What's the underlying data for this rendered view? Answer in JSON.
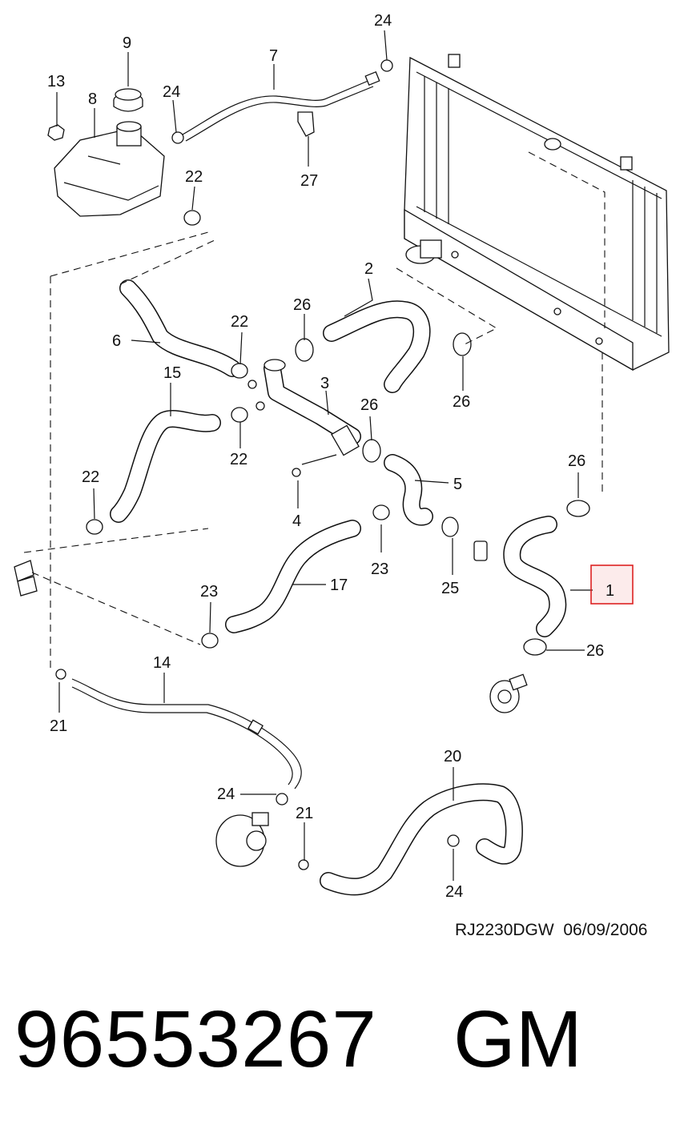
{
  "diagram": {
    "callouts": {
      "c1": "1",
      "c2": "2",
      "c3": "3",
      "c4": "4",
      "c5": "5",
      "c6": "6",
      "c7": "7",
      "c8": "8",
      "c9": "9",
      "c13": "13",
      "c14": "14",
      "c15": "15",
      "c17": "17",
      "c20": "20",
      "c21a": "21",
      "c21b": "21",
      "c22a": "22",
      "c22b": "22",
      "c22c": "22",
      "c22d": "22",
      "c23a": "23",
      "c23b": "23",
      "c24a": "24",
      "c24b": "24",
      "c24c": "24",
      "c24d": "24",
      "c25": "25",
      "c26a": "26",
      "c26b": "26",
      "c26c": "26",
      "c26d": "26",
      "c26e": "26",
      "c27": "27"
    },
    "highlighted_callout": "1",
    "highlight_color": "#dd2222",
    "drawing_code": "RJ2230DGW",
    "drawing_date": "06/09/2006"
  },
  "footer": {
    "part_number": "96553267",
    "brand": "GM"
  }
}
